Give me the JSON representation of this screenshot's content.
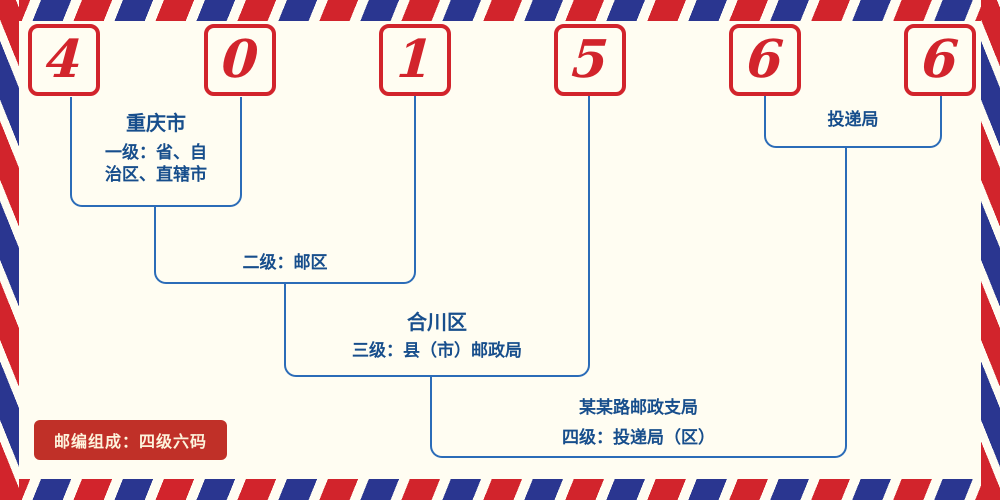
{
  "diagram": {
    "digits": [
      "4",
      "0",
      "1",
      "5",
      "6",
      "6"
    ],
    "levels": {
      "level1": {
        "title": "重庆市",
        "desc": "一级：省、自治区、直辖市"
      },
      "level2": {
        "desc": "二级：邮区"
      },
      "level3": {
        "title": "合川区",
        "desc": "三级：县（市）邮政局"
      },
      "level4": {
        "title": "某某路邮政支局",
        "desc": "四级：投递局（区）"
      },
      "delivery": {
        "label": "投递局"
      }
    },
    "badge": "邮编组成：四级六码",
    "colors": {
      "digit_red": "#d2242c",
      "line_blue": "#2b6cb8",
      "text_blue": "#174e8c",
      "badge_red": "#c03028",
      "stripe_navy": "#2a3690",
      "background": "#fffdf2"
    }
  }
}
